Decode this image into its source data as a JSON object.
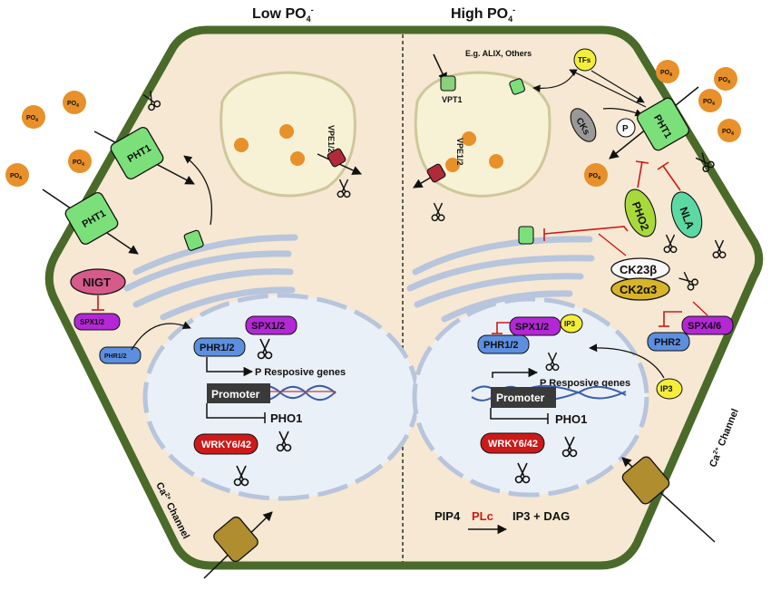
{
  "headers": {
    "low": "Low PO",
    "high": "High PO"
  },
  "superscripts": {
    "po4_charge": "4",
    "po4_minus": "-",
    "ca2": "2+"
  },
  "labels": {
    "po4": "PO",
    "pht1": "PHT1",
    "vpt1": "VPT1",
    "vpe": "VPE1/2",
    "vpe_low": "VPE1/2",
    "nigt": "NIGT",
    "spx12": "SPX1/2",
    "phr12": "PHR1/2",
    "phr2": "PHR2",
    "spx46": "SPX4/6",
    "ip3": "IP3",
    "promoter": "Promoter",
    "responsive": "P Resposive genes",
    "pho1": "PHO1",
    "wrky": "WRKY6/42",
    "ca_channel": "Ca",
    "channel_word": " Channel",
    "tfs": "TFs",
    "alix": "E.g. ALIX, Others",
    "cks": "CKs",
    "p": "P",
    "pho2": "PHO2",
    "nla": "NLA",
    "ck23b": "CK23β",
    "ck2a3": "CK2α3",
    "pip4": "PIP4",
    "plc": "PLc",
    "ip3dag": "IP3 + DAG"
  },
  "colors": {
    "cell_border": "#4a6a2a",
    "cytoplasm": "#f6e8d2",
    "vacuole": "#f7f2d6",
    "nucleus": "#eaf0f8",
    "pht1": "#7be07a",
    "po4": "#e8902a",
    "spx": "#b327d6",
    "phr": "#5c8fe0",
    "nigt": "#d85a8a",
    "wrky": "#cc1a1a",
    "ip3": "#f2ee3a",
    "pho2": "#a8d93a",
    "nla": "#5cd9a3",
    "ck2a": "#d8b42a",
    "channel": "#b08d2e",
    "inhibit": "#cc1a1a"
  }
}
